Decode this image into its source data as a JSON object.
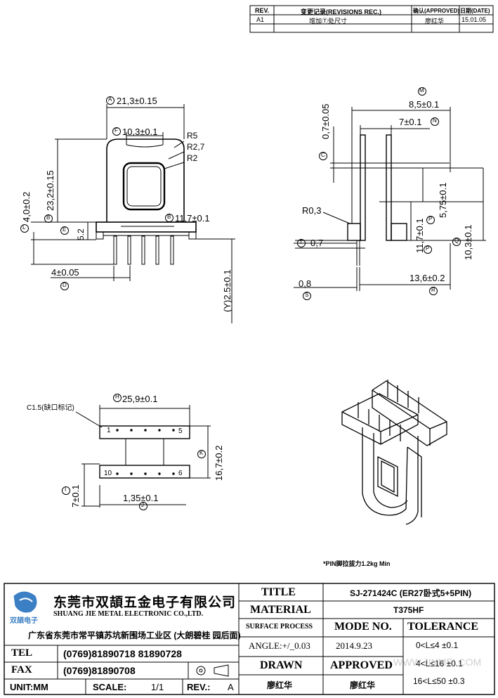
{
  "revision_table": {
    "headers": {
      "rev": "REV.",
      "record": "变更记录(REVISIONS REC.)",
      "approved": "确认(APPROVED)",
      "date": "日期(DATE)"
    },
    "rows": [
      {
        "rev": "A1",
        "record": "增加Ⓣ处尺寸",
        "approved": "廖红华",
        "date": "15.01.05"
      }
    ]
  },
  "dimensions": {
    "A": "21,3±0.15",
    "F": "10,3±0.1",
    "r5": "R5",
    "r27": "R2,7",
    "r2": "R2",
    "B_height": "23,2±0.15",
    "L": "4,0±0.2",
    "B": "11,7±0.1",
    "E": "5.2",
    "D": "4±0.05",
    "Y": "(Y)2.5±0.1",
    "M": "8,5±0.1",
    "N": "7±0.1",
    "C": "0,7±0.05",
    "r3": "R0,3",
    "T": "0,7",
    "P": "11,7±0.1",
    "O": "5,75±0.1",
    "Q": "10,3±0.1",
    "S": "0,8",
    "R": "13,6±0.2",
    "C15": "C1.5(缺口标记)",
    "H": "25,9±0.1",
    "K": "16,7±0.2",
    "I": "7±0.1",
    "J": "1,35±0.1",
    "pin5": "5",
    "pin10": "10",
    "pin6": "6",
    "pin1": "1",
    "pin_note": "*PIN脚拉拔力1.2kg Min"
  },
  "markers": [
    "A",
    "F",
    "B",
    "L",
    "E",
    "D",
    "M",
    "N",
    "C",
    "T",
    "P",
    "O",
    "Q",
    "S",
    "R",
    "H",
    "K",
    "I",
    "J"
  ],
  "company": {
    "name_cn": "东莞市双頡五金电子有限公司",
    "name_en": "SHUANG JIE METAL ELECTRONIC CO.,LTD.",
    "logo_text": "双頡电子",
    "address": "广东省东莞市常平镇苏坑新围场工业区 (大朗碧桂 园后面)",
    "tel_label": "TEL",
    "tel": "(0769)81890718 81890728",
    "fax_label": "FAX",
    "fax": "(0769)81890708",
    "unit_label": "UNIT:MM",
    "scale_label": "SCALE:",
    "scale": "1/1",
    "rev_label": "REV.:",
    "rev": "A"
  },
  "title_block": {
    "title_label": "TITLE",
    "title": "SJ-271424C (ER27卧式5+5PIN)",
    "material_label": "MATERIAL",
    "material": "T375HF",
    "surface_label": "SURFACE PROCESS",
    "mode_label": "MODE NO.",
    "tolerance_label": "TOLERANCE",
    "angle": "ANGLE:+/_0.03",
    "date": "2014.9.23",
    "drawn_label": "DRAWN",
    "approved_label": "APPROVED",
    "drawn": "廖红华",
    "approved": "廖红华",
    "tolerances": [
      "0<L≤4  ±0.1",
      "4<L≤16  ±0.1",
      "16<L≤50  ±0.3"
    ],
    "watermark": "WWW.JINMEI.COM"
  }
}
